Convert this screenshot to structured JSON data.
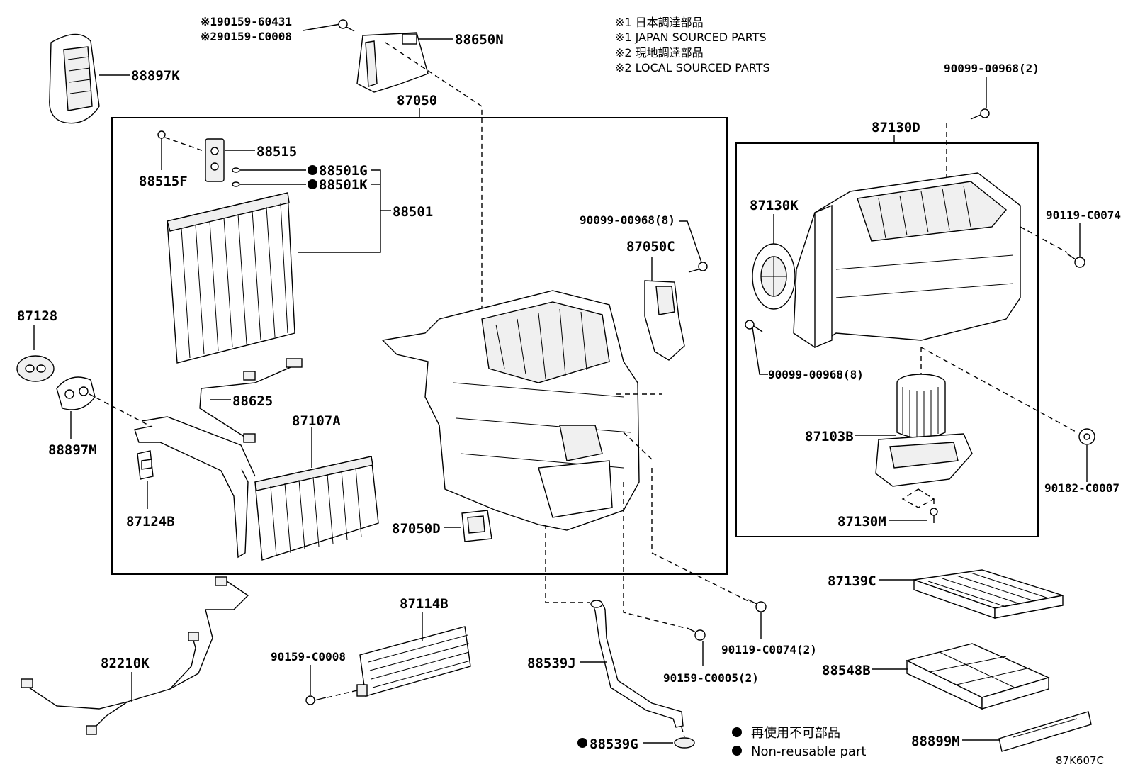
{
  "notes": {
    "n1": "※1 日本調達部品",
    "n2": "※1 JAPAN SOURCED PARTS",
    "n3": "※2 現地調達部品",
    "n4": "※2 LOCAL SOURCED PARTS"
  },
  "legend": {
    "jp": "再使用不可部品",
    "en": "Non-reusable part"
  },
  "diagram_code": "87K607C",
  "parts": {
    "p90159_60431": "※190159-60431",
    "p90159_C0008_top": "※290159-C0008",
    "p88650N": "88650N",
    "p88897K": "88897K",
    "p87050": "87050",
    "p88515": "88515",
    "p88515F": "88515F",
    "p88501G": "88501G",
    "p88501K": "88501K",
    "p88501": "88501",
    "p90099_00968_8a": "90099-00968(8)",
    "p87050C": "87050C",
    "p87128": "87128",
    "p88897M": "88897M",
    "p88625": "88625",
    "p87107A": "87107A",
    "p87124B": "87124B",
    "p87050D": "87050D",
    "p90099_00968_2": "90099-00968(2)",
    "p87130D": "87130D",
    "p87130K": "87130K",
    "p90119_C0074": "90119-C0074",
    "p90099_00968_8b": "90099-00968(8)",
    "p87103B": "87103B",
    "p90182_C0007": "90182-C0007",
    "p87130M": "87130M",
    "p87139C": "87139C",
    "p88548B": "88548B",
    "p88899M": "88899M",
    "p82210K": "82210K",
    "p87114B": "87114B",
    "p90159_C0008_bot": "90159-C0008",
    "p88539J": "88539J",
    "p88539G": "88539G",
    "p90159_C0005_2": "90159-C0005(2)",
    "p90119_C0074_2": "90119-C0074(2)"
  }
}
